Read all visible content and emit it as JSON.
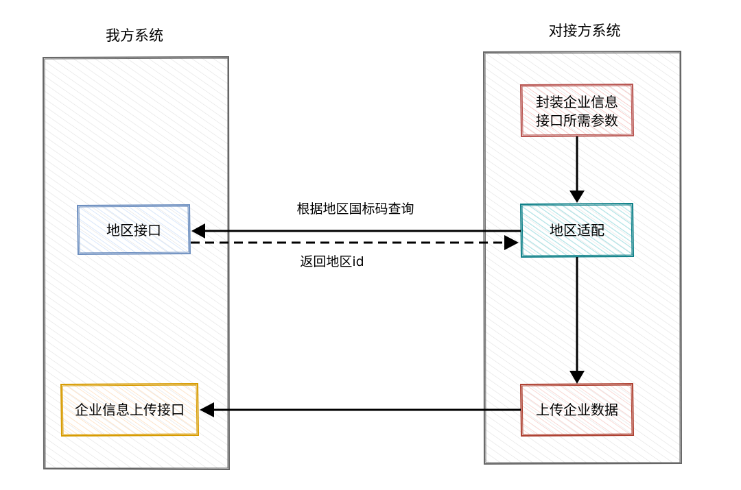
{
  "lanes": {
    "left": {
      "title": "我方系统"
    },
    "right": {
      "title": "对接方系统"
    }
  },
  "nodes": {
    "region_api": {
      "label": "地区接口",
      "stroke": "#6c8ebf",
      "fill": "#dae8fc"
    },
    "enterprise_upload_api": {
      "label": "企业信息上传接口",
      "stroke": "#d79b00",
      "fill": "#ffe6cc"
    },
    "package_params": {
      "lines": [
        "封装企业信息",
        "接口所需参数"
      ],
      "stroke": "#b85450",
      "fill": "#f8cecc"
    },
    "region_adapt": {
      "label": "地区适配",
      "stroke": "#0e8088",
      "fill": "#b0e3e6"
    },
    "upload_data": {
      "label": "上传企业数据",
      "stroke": "#ae4132",
      "fill": "#fad9d5"
    }
  },
  "edges": {
    "query": {
      "label": "根据地区国标码查询"
    },
    "return": {
      "label": "返回地区id"
    }
  },
  "colors": {
    "lane_stroke": "#666666",
    "lane_hatch": "#e6e6e6",
    "edge": "#000000"
  }
}
